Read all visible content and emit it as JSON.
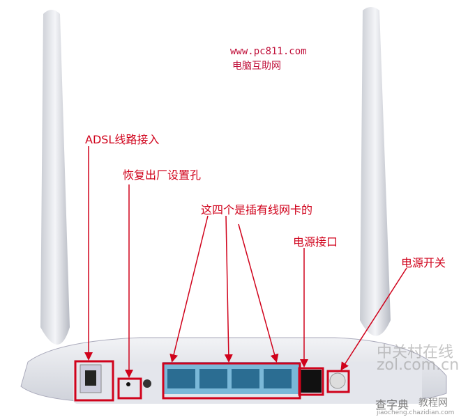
{
  "header": {
    "url": "www.pc811.com",
    "site_name": "电脑互助网"
  },
  "annotations": {
    "adsl": "ADSL线路接入",
    "reset": "恢复出厂设置孔",
    "lan": "这四个是插有线网卡的",
    "power_jack": "电源接口",
    "power_switch": "电源开关"
  },
  "watermarks": {
    "zol_cn": "中关村在线",
    "zol_url": "zol.com.cn",
    "chazidian": "查字典",
    "jiaocheng": "教程网",
    "chazidian_url": "jiaocheng.chazidian.com"
  },
  "colors": {
    "annotation": "#d0021b",
    "port_panel": "#7ab8d8",
    "router_body": "#e6e8ee"
  }
}
